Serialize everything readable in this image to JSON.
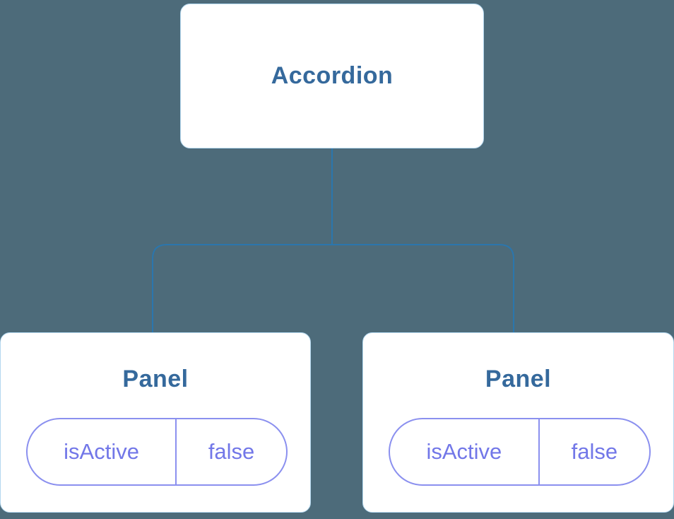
{
  "canvas": {
    "background_color": "#4d6b7a",
    "connector_color": "#2b76ad",
    "node_border_color": "#b3d7ef",
    "title_text_color": "#35699c",
    "pill_text_color": "#7277e8",
    "pill_border_color": "#8b90ef"
  },
  "tree": {
    "root": {
      "label": "Accordion"
    },
    "panels": [
      {
        "title": "Panel",
        "prop_name": "isActive",
        "prop_value": "false"
      },
      {
        "title": "Panel",
        "prop_name": "isActive",
        "prop_value": "false"
      }
    ]
  }
}
